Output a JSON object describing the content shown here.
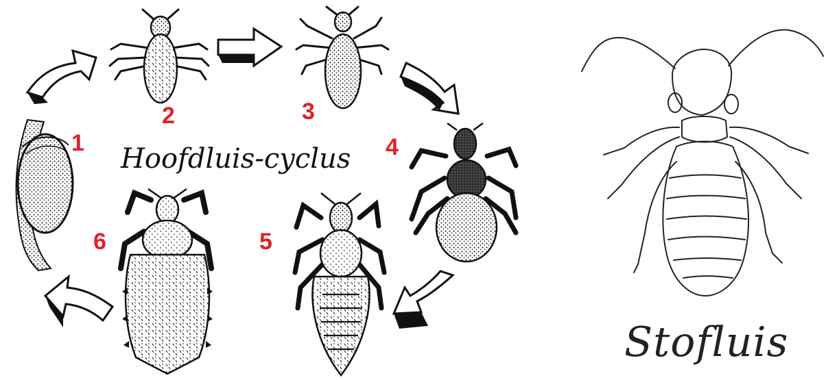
{
  "cycle": {
    "title": "Hoofdluis-cyclus",
    "stage_numbers": [
      "1",
      "2",
      "3",
      "4",
      "5",
      "6"
    ],
    "number_color": "#e0202a"
  },
  "comparison": {
    "label": "Stofluis"
  },
  "icons": {
    "arrow": "curved-arrow-icon",
    "egg": "louse-egg-nit-icon",
    "nymph": "louse-nymph-icon",
    "adult": "adult-louse-icon",
    "booklouse": "booklouse-icon"
  }
}
